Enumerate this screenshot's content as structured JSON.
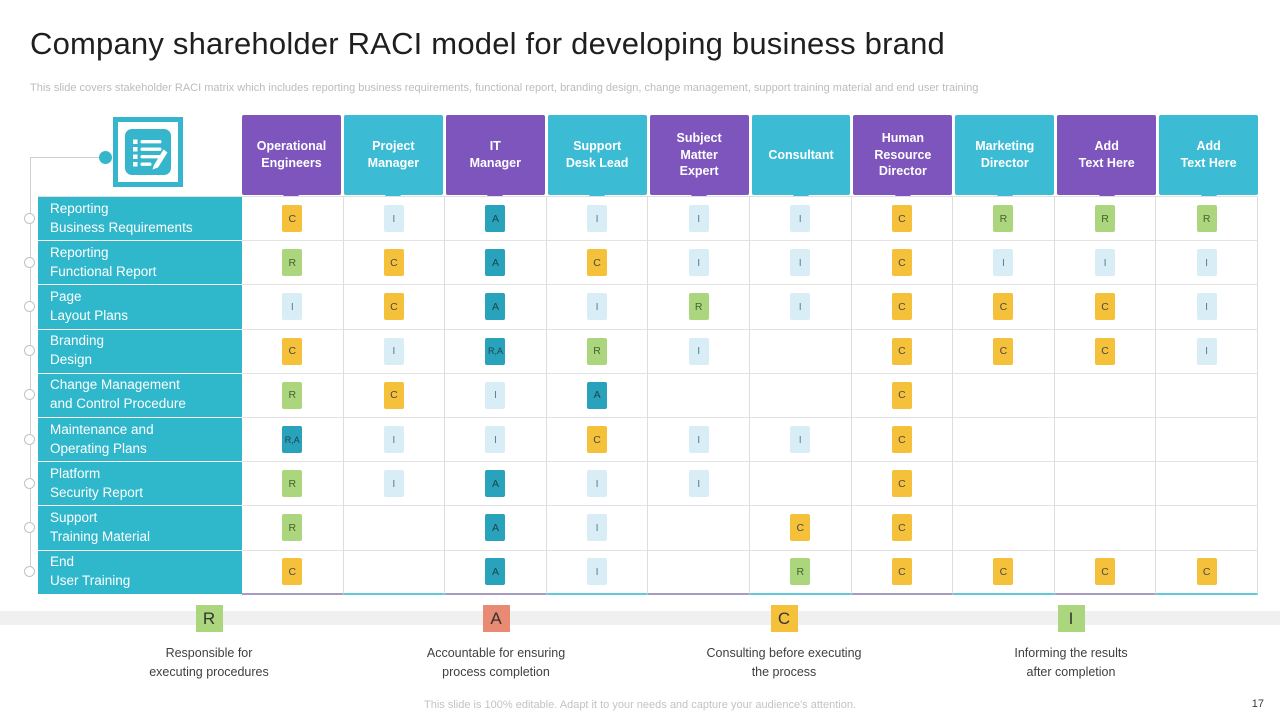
{
  "slide": {
    "title": "Company shareholder RACI model for developing business brand",
    "subtitle": "This slide covers stakeholder RACI matrix which includes reporting business requirements, functional report, branding design, change management, support training material and end user training",
    "footer": "This slide is 100% editable. Adapt it to your needs and capture your audience's attention.",
    "page_number": "17"
  },
  "colors": {
    "purple_header": "#7D55BD",
    "teal_header": "#3CBCD4",
    "teal_row_header": "#2FB7CC",
    "accent_teal": "#35B6CD",
    "bottom_border_purple": "#A89BC1",
    "bottom_border_teal": "#62C8DC"
  },
  "icons": {
    "table_icon": "checklist-pencil"
  },
  "badge_styles": {
    "C": {
      "bg": "#F6C13A",
      "fg": "#4a4a4a"
    },
    "I": {
      "bg": "#D9EDF6",
      "fg": "#57808D"
    },
    "A": {
      "bg": "#29A2BC",
      "fg": "#21424c"
    },
    "R": {
      "bg": "#ABD67E",
      "fg": "#49602f"
    },
    "R,A": {
      "bg": "#29A2BC",
      "fg": "#21424c"
    }
  },
  "matrix": {
    "columns": [
      {
        "label": "Operational\nEngineers",
        "color": "#7D55BD"
      },
      {
        "label": "Project\nManager",
        "color": "#3CBCD4"
      },
      {
        "label": "IT\nManager",
        "color": "#7D55BD"
      },
      {
        "label": "Support\nDesk Lead",
        "color": "#3CBCD4"
      },
      {
        "label": "Subject\nMatter\nExpert",
        "color": "#7D55BD"
      },
      {
        "label": "Consultant",
        "color": "#3CBCD4"
      },
      {
        "label": "Human\nResource\nDirector",
        "color": "#7D55BD"
      },
      {
        "label": "Marketing\nDirector",
        "color": "#3CBCD4"
      },
      {
        "label": "Add\nText Here",
        "color": "#7D55BD"
      },
      {
        "label": "Add\nText Here",
        "color": "#3CBCD4"
      }
    ],
    "rows": [
      {
        "label": "Reporting\nBusiness Requirements",
        "cells": [
          "C",
          "I",
          "A",
          "I",
          "I",
          "I",
          "C",
          "R",
          "R",
          "R"
        ]
      },
      {
        "label": "Reporting\nFunctional Report",
        "cells": [
          "R",
          "C",
          "A",
          "C",
          "I",
          "I",
          "C",
          "I",
          "I",
          "I"
        ]
      },
      {
        "label": "Page\nLayout Plans",
        "cells": [
          "I",
          "C",
          "A",
          "I",
          "R",
          "I",
          "C",
          "C",
          "C",
          "I"
        ]
      },
      {
        "label": "Branding\nDesign",
        "cells": [
          "C",
          "I",
          "R,A",
          "R",
          "I",
          "",
          "C",
          "C",
          "C",
          "I"
        ]
      },
      {
        "label": "Change Management\nand Control Procedure",
        "cells": [
          "R",
          "C",
          "I",
          "A",
          "",
          "",
          "C",
          "",
          "",
          ""
        ]
      },
      {
        "label": "Maintenance and\nOperating Plans",
        "cells": [
          "R,A",
          "I",
          "I",
          "C",
          "I",
          "I",
          "C",
          "",
          "",
          ""
        ]
      },
      {
        "label": "Platform\nSecurity Report",
        "cells": [
          "R",
          "I",
          "A",
          "I",
          "I",
          "",
          "C",
          "",
          "",
          ""
        ]
      },
      {
        "label": "Support\nTraining Material",
        "cells": [
          "R",
          "",
          "A",
          "I",
          "",
          "C",
          "C",
          "",
          "",
          ""
        ]
      },
      {
        "label": "End\nUser Training",
        "cells": [
          "C",
          "",
          "A",
          "I",
          "",
          "R",
          "C",
          "C",
          "C",
          "C"
        ]
      }
    ]
  },
  "legend": [
    {
      "letter": "R",
      "color": "#ABD67E",
      "text": "Responsible for\nexecuting procedures"
    },
    {
      "letter": "A",
      "color": "#E98A72",
      "text": "Accountable for ensuring\nprocess completion"
    },
    {
      "letter": "C",
      "color": "#F6C13A",
      "text": "Consulting before executing\nthe process"
    },
    {
      "letter": "I",
      "color": "#ABD67E",
      "text": "Informing the results\nafter completion"
    }
  ]
}
